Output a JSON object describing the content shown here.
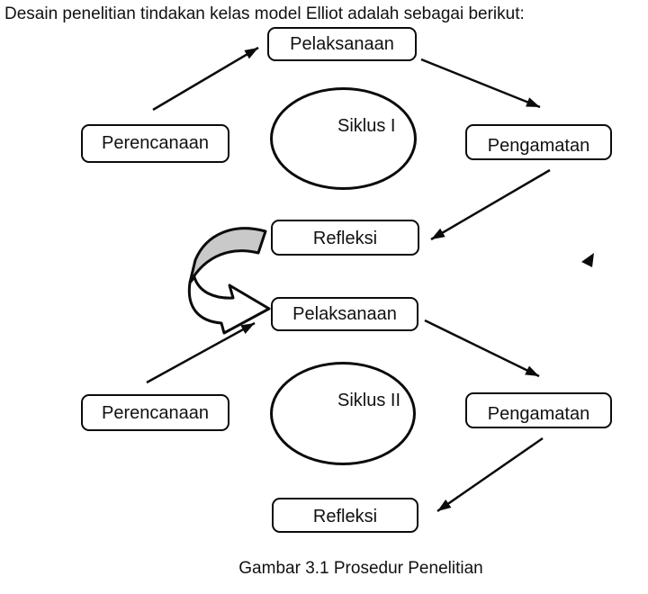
{
  "page": {
    "title": "Desain penelitian tindakan kelas model Elliot adalah sebagai berikut:",
    "caption": "Gambar 3.1 Prosedur Penelitian"
  },
  "diagram": {
    "type": "flowchart",
    "model": "Elliot",
    "cycles": [
      {
        "label": "Siklus I",
        "perencanaan": "Perencanaan",
        "pelaksanaan": "Pelaksanaan",
        "pengamatan": "Pengamatan",
        "refleksi": "Refleksi"
      },
      {
        "label": "Siklus II",
        "perencanaan": "Perencanaan",
        "pelaksanaan": "Pelaksanaan",
        "pengamatan": "Pengamatan",
        "refleksi": "Refleksi"
      }
    ],
    "flow": [
      "Perencanaan → Pelaksanaan",
      "Pelaksanaan → Pengamatan",
      "Pengamatan → Refleksi",
      "Refleksi ↪ (curved arrow) → Pelaksanaan siklus berikutnya"
    ],
    "colors": {
      "line": "#0b0b0b",
      "curved_arrow_fill": "#c9c9c9",
      "box_fill": "#ffffff"
    }
  }
}
